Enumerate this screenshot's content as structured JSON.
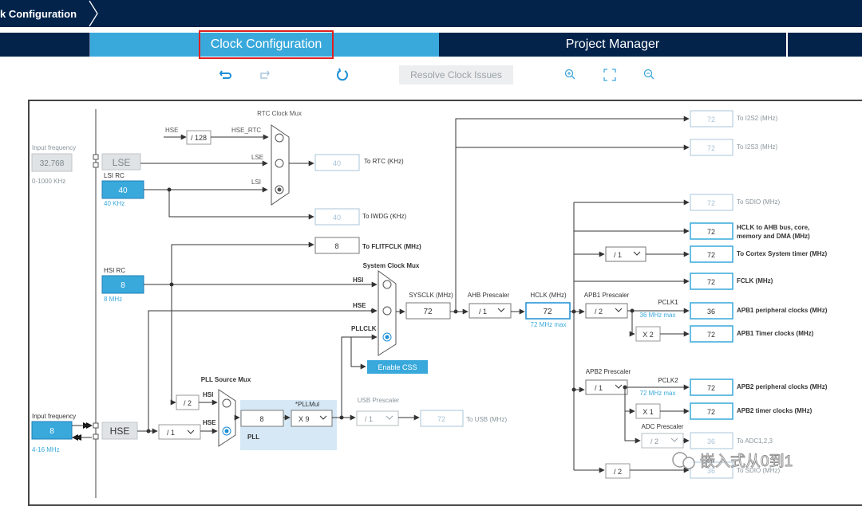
{
  "breadcrumb": {
    "label": "k Configuration"
  },
  "tabs": [
    {
      "label": "Clock Configuration"
    },
    {
      "label": "Project Manager"
    }
  ],
  "toolbar": {
    "resolve_label": "Resolve Clock Issues",
    "undo_icon": "undo-icon",
    "redo_icon": "redo-icon",
    "refresh_icon": "refresh-icon",
    "zoom_in_icon": "zoom-in-icon",
    "fit_icon": "fit-icon",
    "zoom_out_icon": "zoom-out-icon"
  },
  "colors": {
    "nav": "#03234b",
    "accent_blue": "#39a9dc",
    "selected": "#1c8fd6",
    "highlight_border": "#e02020",
    "pll_bg": "#d6e8f5"
  },
  "diagram": {
    "lse": {
      "input_label": "Input frequency",
      "value": "32.768",
      "range": "0-1000 KHz",
      "name": "LSE"
    },
    "lsi": {
      "label": "LSI RC",
      "value": "40",
      "unit": "40 KHz"
    },
    "hsi": {
      "label": "HSI RC",
      "value": "8",
      "unit": "8 MHz"
    },
    "hse": {
      "input_label": "Input frequency",
      "value": "8",
      "range": "4-16 MHz",
      "name": "HSE"
    },
    "rtc": {
      "mux_label": "RTC Clock Mux",
      "hse_label": "HSE",
      "div": "/ 128",
      "hse_rtc": "HSE_RTC",
      "lse": "LSE",
      "lsi": "LSI",
      "value": "40",
      "label": "To RTC (KHz)"
    },
    "iwdg": {
      "value": "40",
      "label": "To IWDG (KHz)"
    },
    "flit": {
      "value": "8",
      "label": "To FLITFCLK (MHz)"
    },
    "sysmux": {
      "label": "System Clock Mux",
      "hsi": "HSI",
      "hse": "HSE",
      "pllclk": "PLLCLK",
      "css": "Enable CSS"
    },
    "pllsrc": {
      "label": "PLL Source Mux",
      "div": "/ 2",
      "hsi": "HSI",
      "hse": "HSE",
      "hse_div": "/ 1"
    },
    "pll": {
      "label": "PLL",
      "mul_label": "*PLLMul",
      "value": "8",
      "mul": "X 9"
    },
    "usb": {
      "label": "USB Prescaler",
      "div": "/ 1",
      "value": "72",
      "out": "To USB (MHz)"
    },
    "sysclk": {
      "label": "SYSCLK (MHz)",
      "value": "72"
    },
    "ahb": {
      "label": "AHB Prescaler",
      "div": "/ 1"
    },
    "hclk": {
      "label": "HCLK (MHz)",
      "value": "72",
      "max": "72 MHz max"
    },
    "apb1": {
      "label": "APB1 Prescaler",
      "div": "/ 2",
      "pclk": "PCLK1",
      "max": "36 MHz max",
      "x": "X 2"
    },
    "apb2": {
      "label": "APB2 Prescaler",
      "div": "/ 1",
      "pclk": "PCLK2",
      "max": "72 MHz max",
      "x": "X 1"
    },
    "adc": {
      "label": "ADC Prescaler",
      "div": "/ 2",
      "value": "36",
      "out": "To ADC1,2,3"
    },
    "sdio_div": "/ 2",
    "cortex_div": "/ 1",
    "outputs": [
      {
        "value": "72",
        "label": "To I2S2 (MHz)"
      },
      {
        "value": "72",
        "label": "To I2S3 (MHz)"
      },
      {
        "value": "72",
        "label": "To SDIO (MHz)"
      },
      {
        "value": "72",
        "label": "HCLK to AHB bus, core,",
        "label2": "memory and DMA (MHz)"
      },
      {
        "value": "72",
        "label": "To Cortex System timer (MHz)"
      },
      {
        "value": "72",
        "label": "FCLK (MHz)"
      },
      {
        "value": "36",
        "label": "APB1 peripheral clocks (MHz)"
      },
      {
        "value": "72",
        "label": "APB1 Timer clocks (MHz)"
      },
      {
        "value": "72",
        "label": "APB2 peripheral clocks (MHz)"
      },
      {
        "value": "72",
        "label": "APB2 timer clocks (MHz)"
      },
      {
        "value": "36",
        "label": "To SDIO (MHz)"
      }
    ]
  },
  "watermark": "嵌入式从0到1"
}
